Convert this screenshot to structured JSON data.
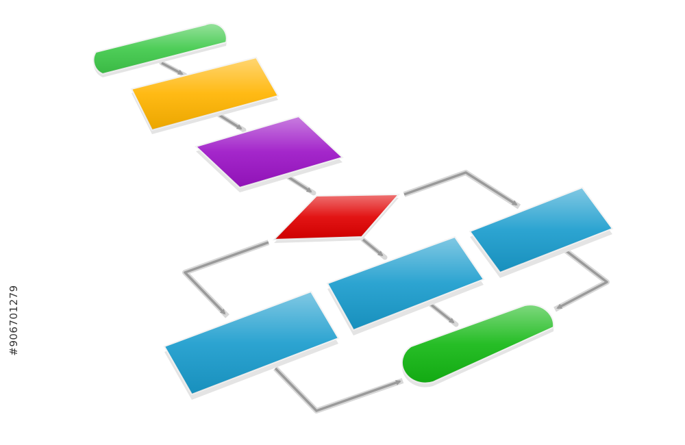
{
  "diagram": {
    "type": "flowchart",
    "description_visible_text": "",
    "colors": {
      "terminal_start": "#3fc94a",
      "process_1": "#ffb400",
      "process_2": "#9c14c6",
      "decision": "#e00000",
      "process_branch": "#1a9ccd",
      "terminal_end": "#14b814",
      "connector": "#9a9a9a",
      "edge": "#e6e6e6"
    },
    "nodes": [
      {
        "id": "start",
        "shape": "terminal",
        "color_key": "terminal_start"
      },
      {
        "id": "step-1",
        "shape": "process",
        "color_key": "process_1"
      },
      {
        "id": "step-2",
        "shape": "process",
        "color_key": "process_2"
      },
      {
        "id": "decision",
        "shape": "decision",
        "color_key": "decision"
      },
      {
        "id": "branch-left",
        "shape": "process",
        "color_key": "process_branch"
      },
      {
        "id": "branch-middle",
        "shape": "process",
        "color_key": "process_branch"
      },
      {
        "id": "branch-right",
        "shape": "process",
        "color_key": "process_branch"
      },
      {
        "id": "end",
        "shape": "terminal",
        "color_key": "terminal_end"
      }
    ],
    "edges": [
      {
        "from": "start",
        "to": "step-1"
      },
      {
        "from": "step-1",
        "to": "step-2"
      },
      {
        "from": "step-2",
        "to": "decision"
      },
      {
        "from": "decision",
        "to": "branch-left"
      },
      {
        "from": "decision",
        "to": "branch-middle"
      },
      {
        "from": "decision",
        "to": "branch-right"
      },
      {
        "from": "branch-left",
        "to": "end"
      },
      {
        "from": "branch-middle",
        "to": "end"
      },
      {
        "from": "branch-right",
        "to": "end"
      }
    ]
  },
  "watermark": {
    "stock_id_text": "#906701279"
  }
}
